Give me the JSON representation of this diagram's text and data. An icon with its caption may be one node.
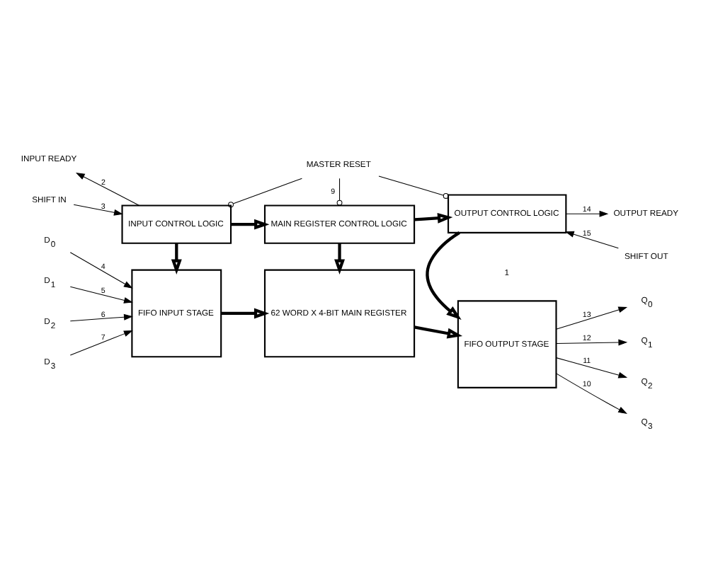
{
  "diagram": {
    "nodes": [
      {
        "text": [
          "FIFO INPUT STAGE"
        ]
      },
      {
        "text": [
          "62 WORD X 4-BIT MAIN REGISTER"
        ]
      },
      {
        "text": [
          "FIFO OUTPUT STAGE"
        ]
      },
      {
        "text": [
          "INPUT CONTROL LOGIC"
        ]
      },
      {
        "text": [
          "MAIN REGISTER CONTROL LOGIC"
        ]
      },
      {
        "text": [
          "OUTPUT CONTROL LOGIC"
        ]
      },
      {
        "text": [
          "D$_{0}$"
        ]
      },
      {
        "text": [
          "D$_{1}$"
        ]
      },
      {
        "text": [
          "D$_{2}$"
        ]
      },
      {
        "text": [
          "D$_{3}$"
        ]
      },
      {
        "text": [
          "Q$_{0}$"
        ]
      },
      {
        "text": [
          "Q$_{1}$"
        ]
      },
      {
        "text": [
          "Q$_{2}$"
        ]
      },
      {
        "text": [
          "Q$_{3}$"
        ]
      },
      {
        "text": [
          "INPUT READY"
        ]
      },
      {
        "text": [
          "SHIFT IN"
        ]
      },
      {
        "text": [
          "SHIFT OUT"
        ]
      },
      {
        "text": [
          "OUTPUT READY"
        ]
      },
      {
        "text": [
          "MASTER RESET"
        ]
      }
    ],
    "edges": [
      {
        "from": 6,
        "to": 0,
        "arrow": "to",
        "label": "4"
      },
      {
        "from": 7,
        "to": 0,
        "arrow": "to",
        "label": "5"
      },
      {
        "from": 8,
        "to": 0,
        "arrow": "to",
        "label": "6"
      },
      {
        "from": 9,
        "to": 0,
        "arrow": "to",
        "label": "7"
      },
      {
        "from": 0,
        "to": 1,
        "arrow": "to",
        "style": "thick"
      },
      {
        "from": 1,
        "to": 2,
        "arrow": "to",
        "style": "thick"
      },
      {
        "from": 2,
        "to": 10,
        "arrow": "to",
        "label": "13"
      },
      {
        "from": 2,
        "to": 11,
        "arrow": "to",
        "label": "12"
      },
      {
        "from": 2,
        "to": 12,
        "arrow": "to",
        "label": "11"
      },
      {
        "from": 2,
        "to": 13,
        "arrow": "to",
        "label": "10"
      },
      {
        "from": 3,
        "to": 0,
        "arrow": "to",
        "style": "thick"
      },
      {
        "from": 4,
        "to": 1,
        "arrow": "to",
        "style": "thick"
      },
      {
        "from": 5,
        "to": 2,
        "arrow": "to",
        "style": "thick"
      },
      {
        "from": 3,
        "to": 14,
        "arrow": "to",
        "label": "2"
      },
      {
        "from": 15,
        "to": 3,
        "arrow": "to",
        "label": "3"
      },
      {
        "from": 3,
        "to": 4,
        "arrow": "to",
        "style": "thick"
      },
      {
        "from": 4,
        "to": 5,
        "arrow": "to",
        "style": "thick"
      },
      {
        "from": 16,
        "to": 5,
        "arrow": "to",
        "label": "15"
      },
      {
        "from": 5,
        "to": 17,
        "arrow": "to",
        "label": "14"
      },
      {
        "from": 18,
        "to": 3,
        "arrow": "other"
      },
      {
        "from": 18,
        "to": 4,
        "arrow": "other",
        "label": "9"
      },
      {
        "from": 18,
        "to": 5,
        "arrow": "other"
      }
    ],
    "labels": [
      "1"
    ]
  }
}
